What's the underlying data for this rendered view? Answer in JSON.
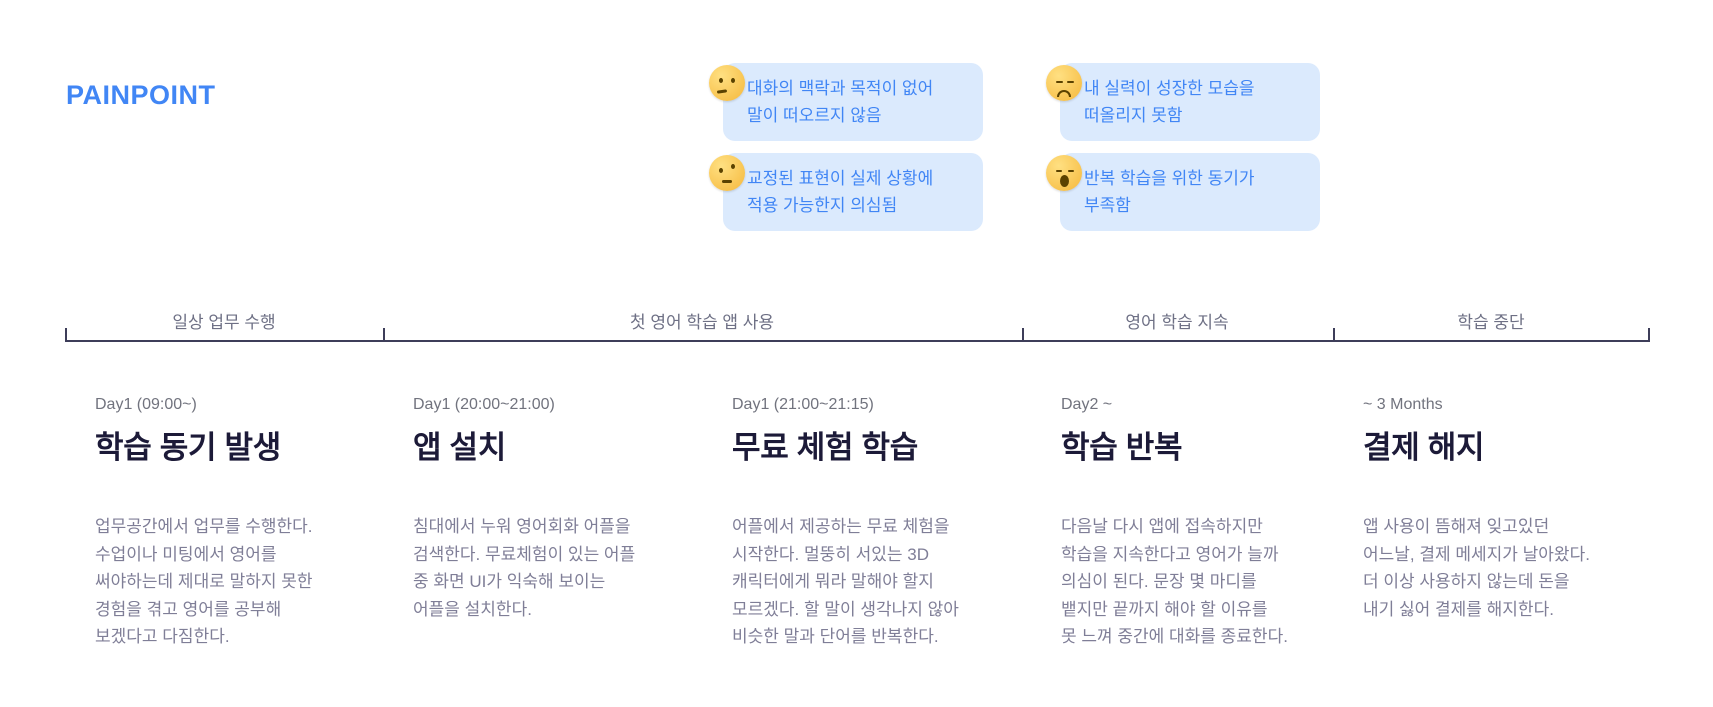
{
  "header": {
    "title": "PAINPOINT"
  },
  "painpoints": [
    {
      "icon": "thinking-face",
      "text": "대화의 맥락과 목적이 없어\n말이 떠오르지 않음"
    },
    {
      "icon": "face-with-raised-eyebrow",
      "text": "교정된 표현이 실제 상황에\n적용 가능한지 의심됨"
    },
    {
      "icon": "pensive-face",
      "text": "내 실력이 성장한 모습을\n떠올리지 못함"
    },
    {
      "icon": "yawning-face",
      "text": "반복 학습을 위한 동기가\n부족함"
    }
  ],
  "timeline": {
    "phases": [
      "일상 업무 수행",
      "첫 영어 학습 앱 사용",
      "영어 학습 지속",
      "학습 중단"
    ]
  },
  "stages": [
    {
      "time": "Day1 (09:00~)",
      "title": "학습 동기 발생",
      "description": "업무공간에서 업무를 수행한다.\n수업이나 미팅에서 영어를\n써야하는데 제대로 말하지 못한\n경험을 겪고 영어를 공부해\n보겠다고 다짐한다."
    },
    {
      "time": "Day1 (20:00~21:00)",
      "title": "앱 설치",
      "description": "침대에서 누워 영어회화 어플을\n검색한다. 무료체험이 있는 어플\n중 화면 UI가 익숙해 보이는\n어플을 설치한다."
    },
    {
      "time": "Day1 (21:00~21:15)",
      "title": "무료 체험 학습",
      "description": "어플에서 제공하는 무료 체험을\n시작한다. 멀뚱히 서있는 3D\n캐릭터에게 뭐라 말해야 할지\n모르겠다. 할 말이 생각나지 않아\n비슷한 말과 단어를 반복한다."
    },
    {
      "time": "Day2 ~",
      "title": "학습 반복",
      "description": "다음날 다시 앱에 접속하지만\n학습을 지속한다고 영어가 늘까\n의심이 된다. 문장 몇 마디를\n뱉지만 끝까지 해야 할 이유를\n못 느껴 중간에 대화를 종료한다."
    },
    {
      "time": "~ 3 Months",
      "title": "결제 해지",
      "description": "앱 사용이 뜸해져 잊고있던\n어느날, 결제 메세지가 날아왔다.\n더 이상 사용하지 않는데 돈을\n내기 싫어 결제를 해지한다."
    }
  ],
  "colors": {
    "accent_blue": "#4186F5",
    "bubble_bg": "#DBEAFD",
    "heading": "#1C1A38",
    "body_text": "#7F7E97",
    "muted_label": "#71737E",
    "timeline_line": "#3D3D59"
  }
}
